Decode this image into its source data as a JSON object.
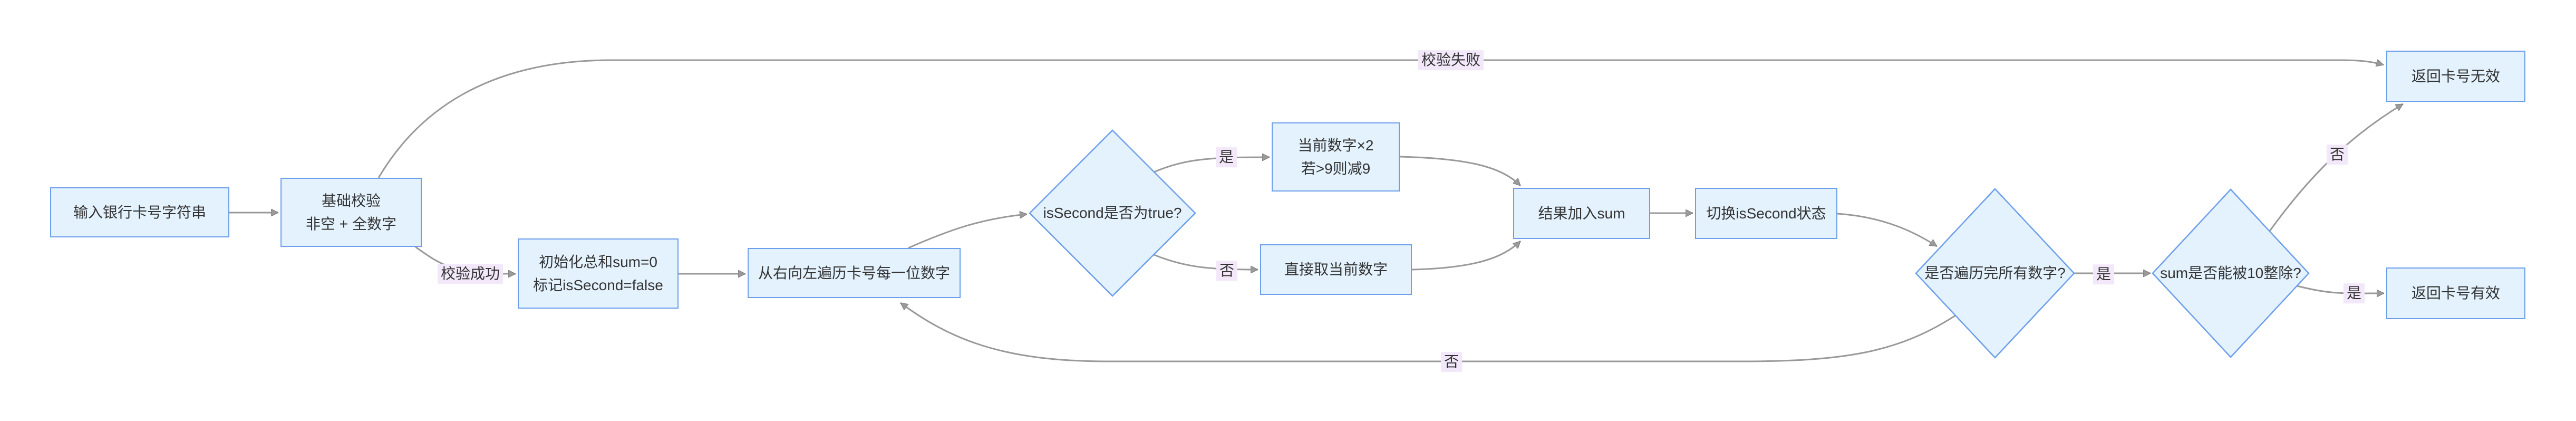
{
  "diagram": {
    "canvas_bg": "#ffffff",
    "node_fill": "#E3F2FD",
    "node_border": "#6D9EEB",
    "edge_color": "#999999",
    "label_bg": "#F2E8FA",
    "text_color": "#333333"
  },
  "nodes": {
    "input": {
      "label": "输入银行卡号字符串"
    },
    "basic_check": {
      "label": "基础校验\n非空 + 全数字"
    },
    "init": {
      "label": "初始化总和sum=0\n标记isSecond=false"
    },
    "traverse": {
      "label": "从右向左遍历卡号每一位数字"
    },
    "double": {
      "label": "当前数字×2\n若>9则减9"
    },
    "take": {
      "label": "直接取当前数字"
    },
    "add_sum": {
      "label": "结果加入sum"
    },
    "toggle": {
      "label": "切换isSecond状态"
    },
    "invalid": {
      "label": "返回卡号无效"
    },
    "valid": {
      "label": "返回卡号有效"
    },
    "is_second": {
      "label": "isSecond是否为true?"
    },
    "all_done": {
      "label": "是否遍历完所有数字?"
    },
    "mod10": {
      "label": "sum是否能被10整除?"
    }
  },
  "edge_labels": {
    "check_fail": "校验失败",
    "check_ok": "校验成功",
    "yes_double": "是",
    "no_take": "否",
    "yes_done": "是",
    "no_loop": "否",
    "no_invalid": "否",
    "yes_valid": "是"
  }
}
